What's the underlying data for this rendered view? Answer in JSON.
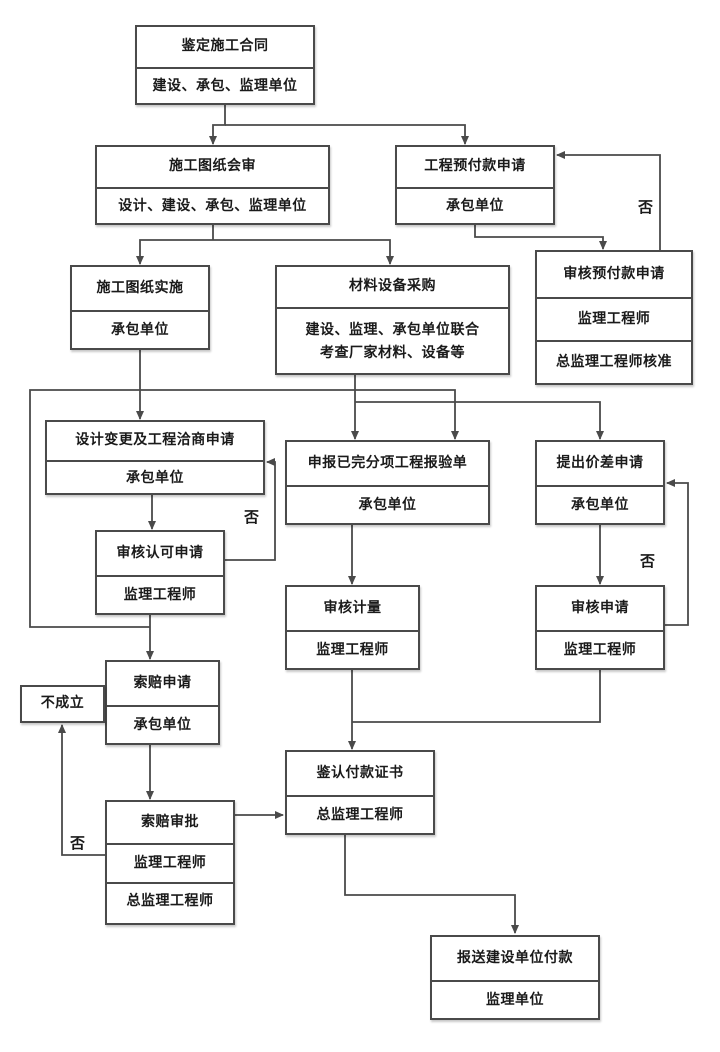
{
  "diagram": {
    "colors": {
      "background": "#ffffff",
      "line": "#4a4a4a",
      "text": "#1a1a1a"
    },
    "nodes": [
      {
        "id": "contract",
        "rows": [
          [
            "鉴定施工合同"
          ],
          [
            "建设、承包、监理单位"
          ]
        ]
      },
      {
        "id": "drawing-review",
        "rows": [
          [
            "施工图纸会审"
          ],
          [
            "设计、建设、承包、监理单位"
          ]
        ]
      },
      {
        "id": "prepay-apply",
        "rows": [
          [
            "工程预付款申请"
          ],
          [
            "承包单位"
          ]
        ]
      },
      {
        "id": "prepay-audit",
        "rows": [
          [
            "审核预付款申请"
          ],
          [
            "监理工程师"
          ],
          [
            "总监理工程师核准"
          ]
        ]
      },
      {
        "id": "drawing-impl",
        "rows": [
          [
            "施工图纸实施"
          ],
          [
            "承包单位"
          ]
        ]
      },
      {
        "id": "material",
        "rows": [
          [
            "材料设备采购"
          ],
          [
            "建设、监理、承包单位联合",
            "考查厂家材料、设备等"
          ]
        ]
      },
      {
        "id": "change-apply",
        "rows": [
          [
            "设计变更及工程洽商申请"
          ],
          [
            "承包单位"
          ]
        ]
      },
      {
        "id": "completed-report",
        "rows": [
          [
            "申报已完分项工程报验单"
          ],
          [
            "承包单位"
          ]
        ]
      },
      {
        "id": "price-diff-apply",
        "rows": [
          [
            "提出价差申请"
          ],
          [
            "承包单位"
          ]
        ]
      },
      {
        "id": "change-audit",
        "rows": [
          [
            "审核认可申请"
          ],
          [
            "监理工程师"
          ]
        ]
      },
      {
        "id": "measure-audit",
        "rows": [
          [
            "审核计量"
          ],
          [
            "监理工程师"
          ]
        ]
      },
      {
        "id": "price-diff-audit",
        "rows": [
          [
            "审核申请"
          ],
          [
            "监理工程师"
          ]
        ]
      },
      {
        "id": "claim-apply",
        "rows": [
          [
            "索赔申请"
          ],
          [
            "承包单位"
          ]
        ]
      },
      {
        "id": "not-established",
        "rows": [
          [
            "不成立"
          ]
        ]
      },
      {
        "id": "claim-approve",
        "rows": [
          [
            "索赔审批"
          ],
          [
            "监理工程师"
          ],
          [
            "总监理工程师"
          ]
        ]
      },
      {
        "id": "payment-cert",
        "rows": [
          [
            "鉴认付款证书"
          ],
          [
            "总监理工程师"
          ]
        ]
      },
      {
        "id": "send-payment",
        "rows": [
          [
            "报送建设单位付款"
          ],
          [
            "监理单位"
          ]
        ]
      }
    ],
    "edge_labels": [
      {
        "id": "no-1",
        "text": "否"
      },
      {
        "id": "no-2",
        "text": "否"
      },
      {
        "id": "no-3",
        "text": "否"
      },
      {
        "id": "no-4",
        "text": "否"
      }
    ]
  }
}
